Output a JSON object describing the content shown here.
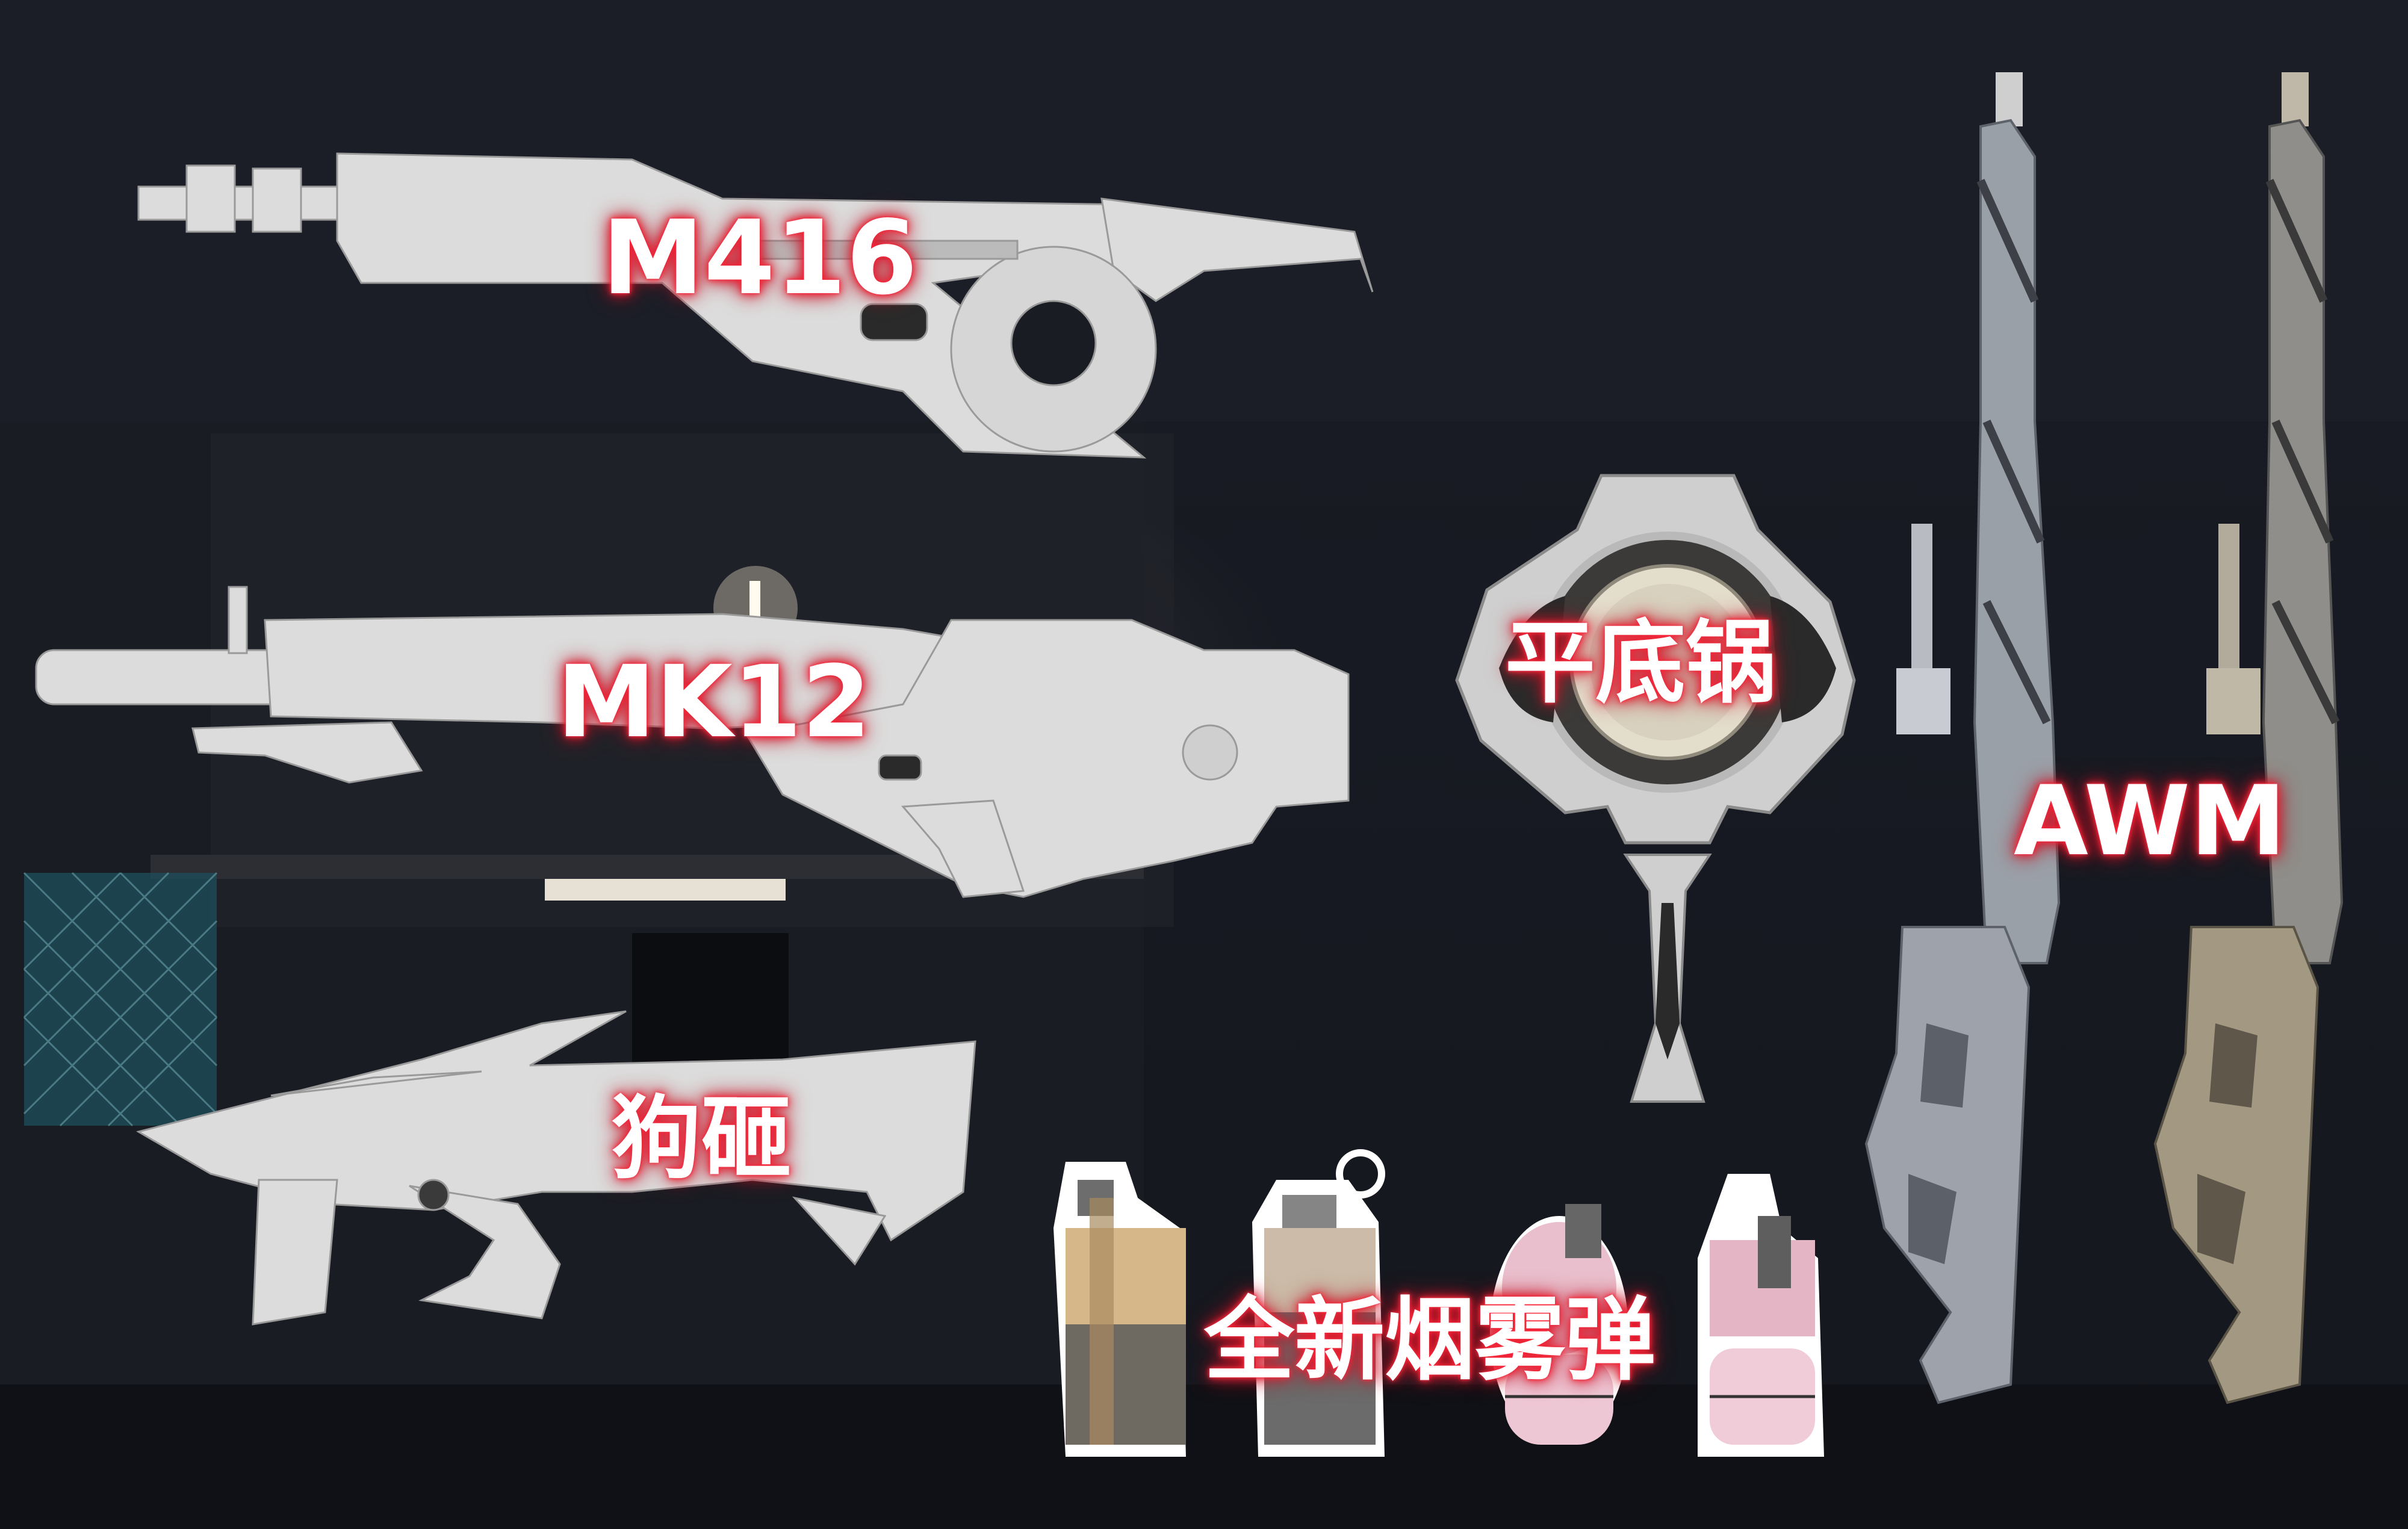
{
  "labels": {
    "m416": "M416",
    "mk12": "MK12",
    "gouza": "狗砸",
    "pan": "平底锅",
    "awm": "AWM",
    "smoke": "全新烟雾弹"
  },
  "colors": {
    "background": "#15171e",
    "weapon_white": "#dcdcdc",
    "label_glow": "#e0182c",
    "pink_grenade": "#e7b7c8",
    "tan_grenade": "#cfae7d"
  }
}
